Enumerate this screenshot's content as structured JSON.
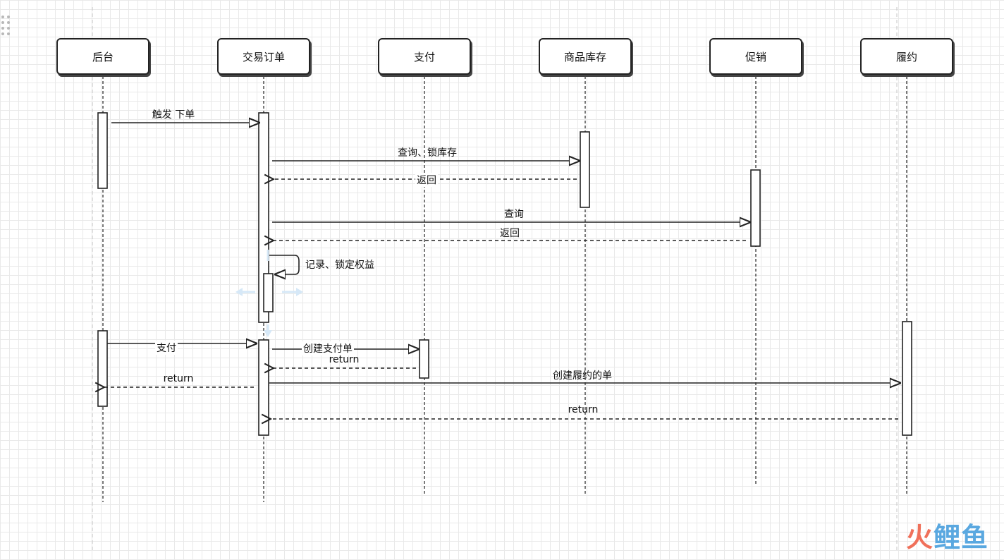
{
  "participants": [
    {
      "label": "后台"
    },
    {
      "label": "交易订单"
    },
    {
      "label": "支付"
    },
    {
      "label": "商品库存"
    },
    {
      "label": "促销"
    },
    {
      "label": "履约"
    }
  ],
  "messages": [
    {
      "label": "触发  下单",
      "from": 0,
      "to": 1,
      "type": "sync"
    },
    {
      "label": "查询、锁库存",
      "from": 1,
      "to": 3,
      "type": "sync"
    },
    {
      "label": "返回",
      "from": 3,
      "to": 1,
      "type": "return"
    },
    {
      "label": "查询",
      "from": 1,
      "to": 4,
      "type": "sync"
    },
    {
      "label": "返回",
      "from": 4,
      "to": 1,
      "type": "return"
    },
    {
      "label": "记录、锁定权益",
      "from": 1,
      "to": 1,
      "type": "self"
    },
    {
      "label": "支付",
      "from": 0,
      "to": 1,
      "type": "sync"
    },
    {
      "label": "创建支付单",
      "from": 1,
      "to": 2,
      "type": "sync"
    },
    {
      "label": "return",
      "from": 2,
      "to": 1,
      "type": "return"
    },
    {
      "label": "return",
      "from": 1,
      "to": 0,
      "type": "return"
    },
    {
      "label": "创建履约的单",
      "from": 1,
      "to": 5,
      "type": "sync"
    },
    {
      "label": "return",
      "from": 5,
      "to": 1,
      "type": "return"
    }
  ],
  "watermark": {
    "part1": "火",
    "part2": "鲤鱼"
  },
  "colors": {
    "line": "#222222",
    "grid": "#e9e9e9",
    "handle": "#d6e8f7",
    "wm_red": "#f0705a",
    "wm_blue": "#5aa8e0"
  }
}
